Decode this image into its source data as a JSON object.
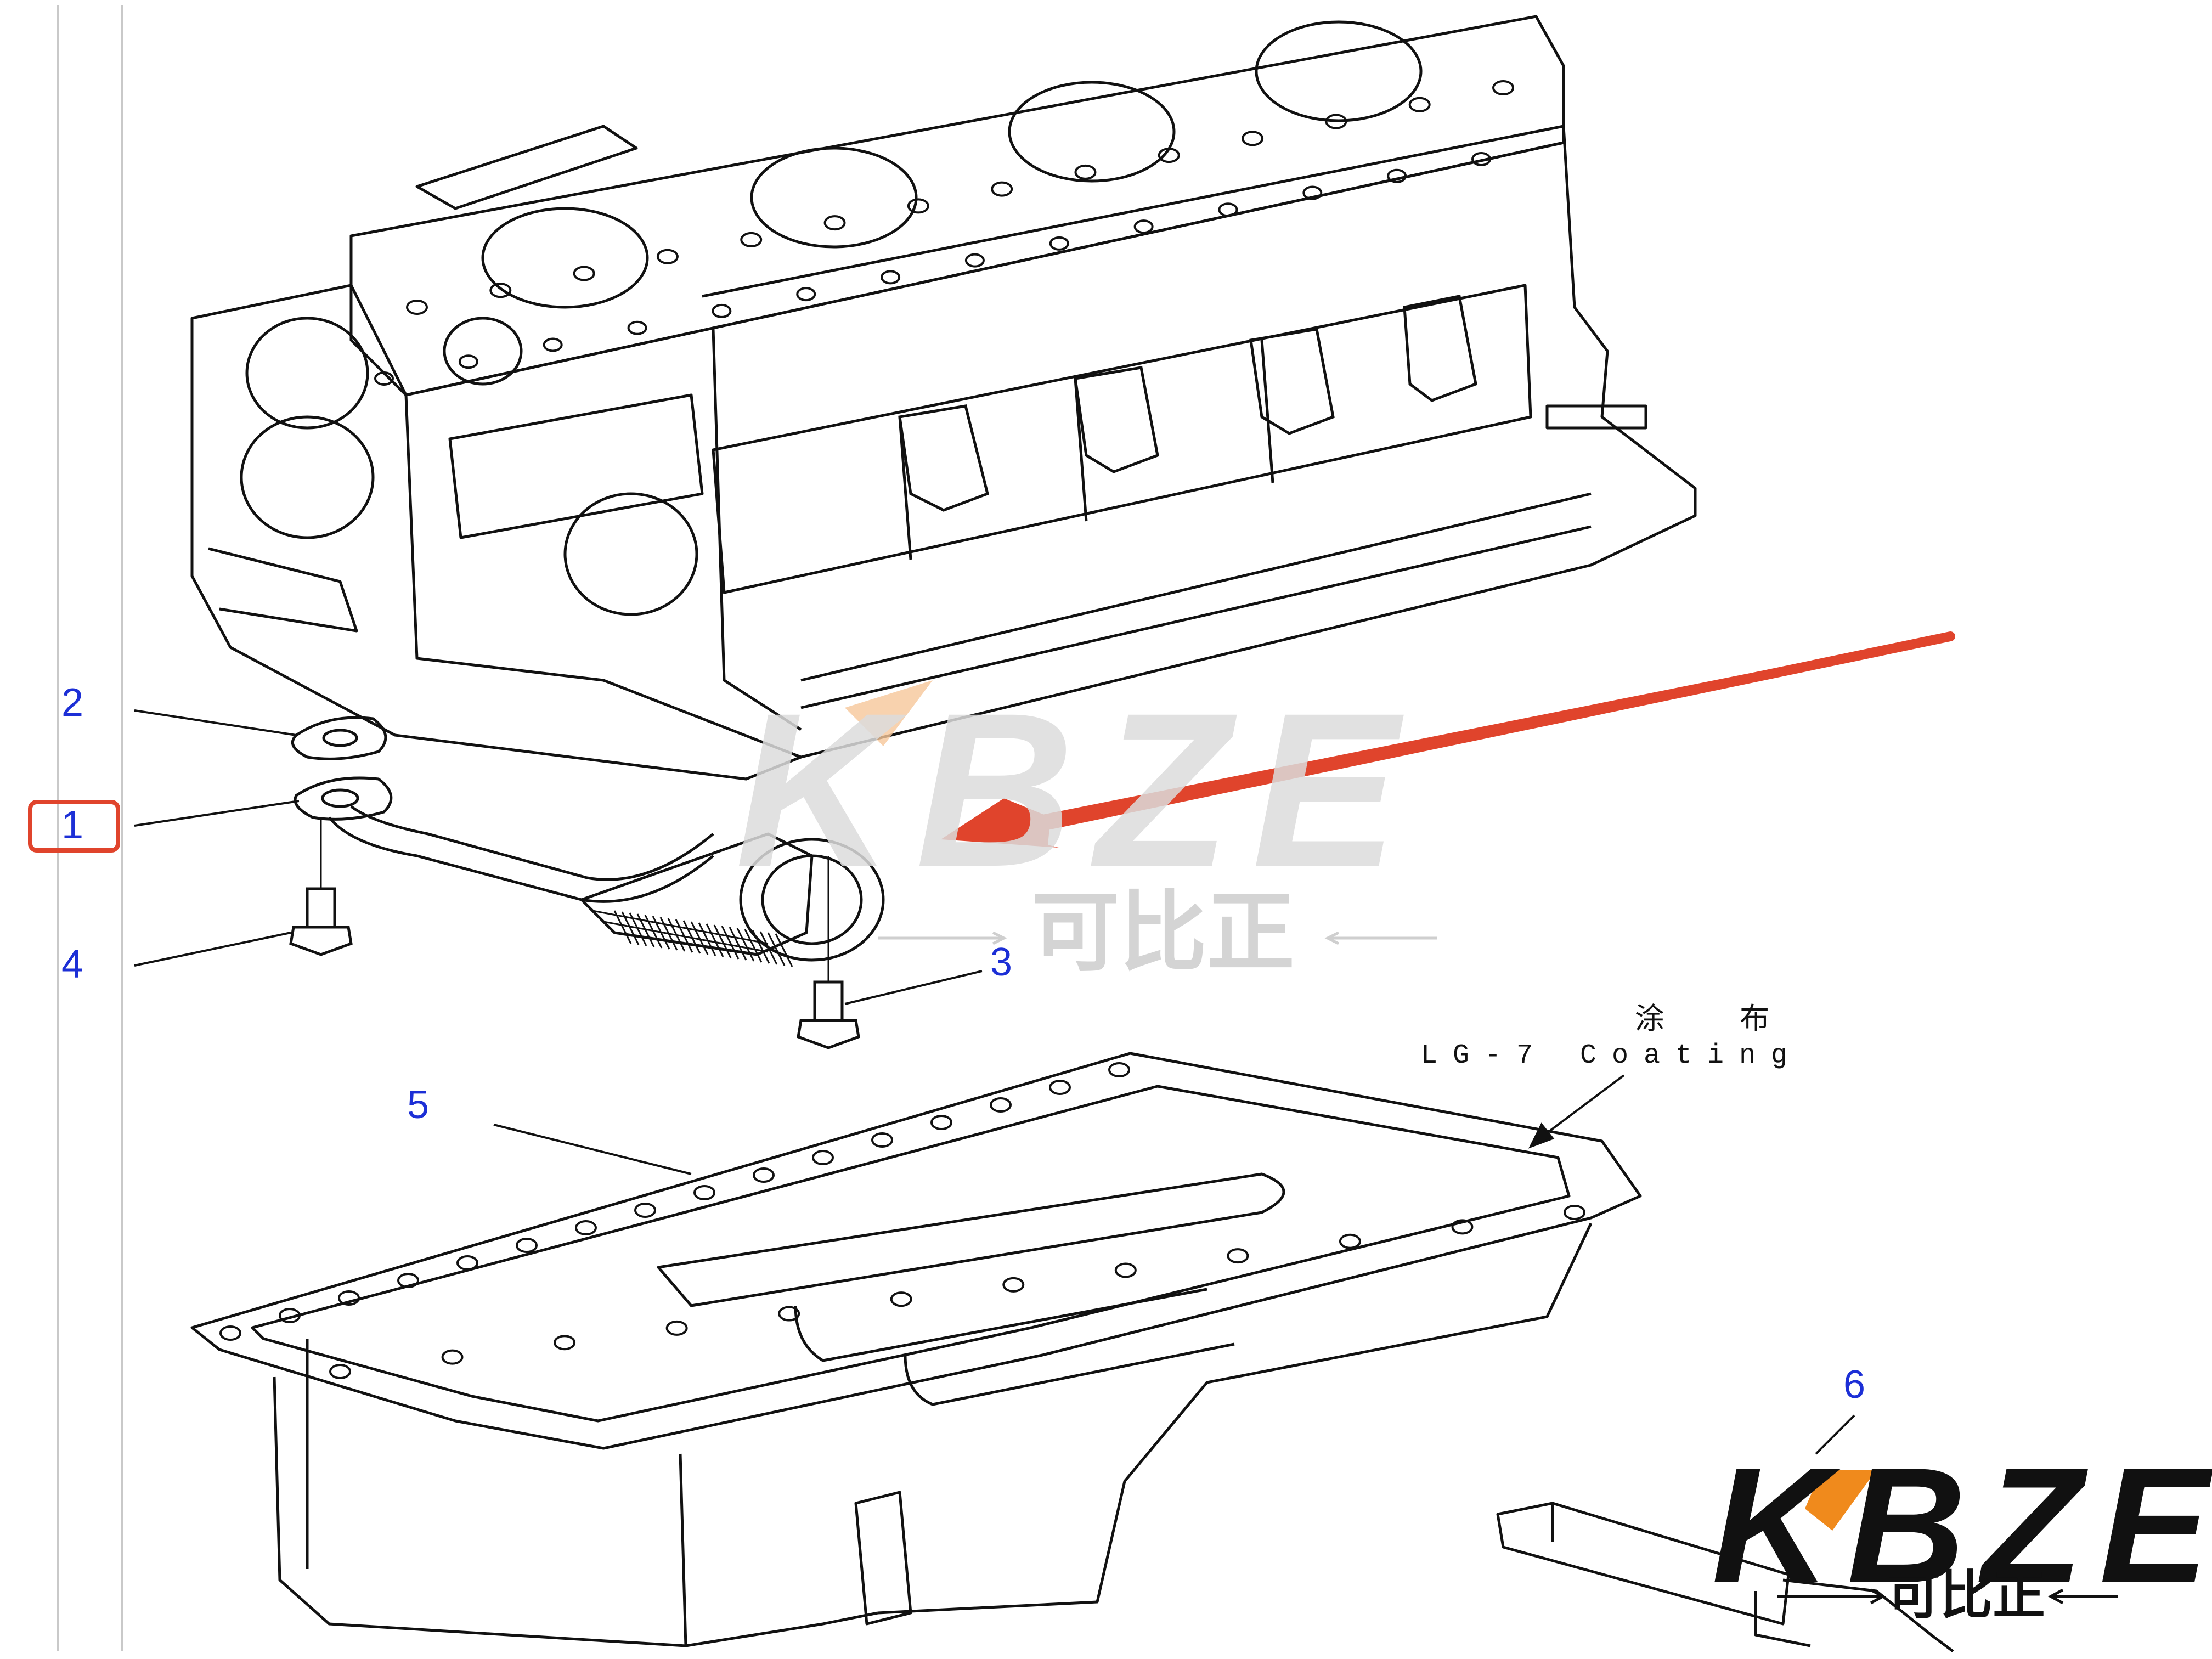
{
  "callouts": {
    "c1": "1",
    "c2": "2",
    "c3": "3",
    "c4": "4",
    "c5": "5",
    "c6": "6"
  },
  "coating_note": {
    "chinese": "涂 布",
    "english": "LG-7 Coating"
  },
  "watermark": {
    "brand": "KBZE",
    "subtitle": "可比正"
  },
  "logo": {
    "brand": "KBZE",
    "subtitle": "可比正"
  },
  "colors": {
    "callout_blue": "#1c2fd6",
    "highlight_red": "#e0442c",
    "watermark_gray": "#dcdcdc",
    "logo_orange": "#f08a1c",
    "line_black": "#111111"
  }
}
